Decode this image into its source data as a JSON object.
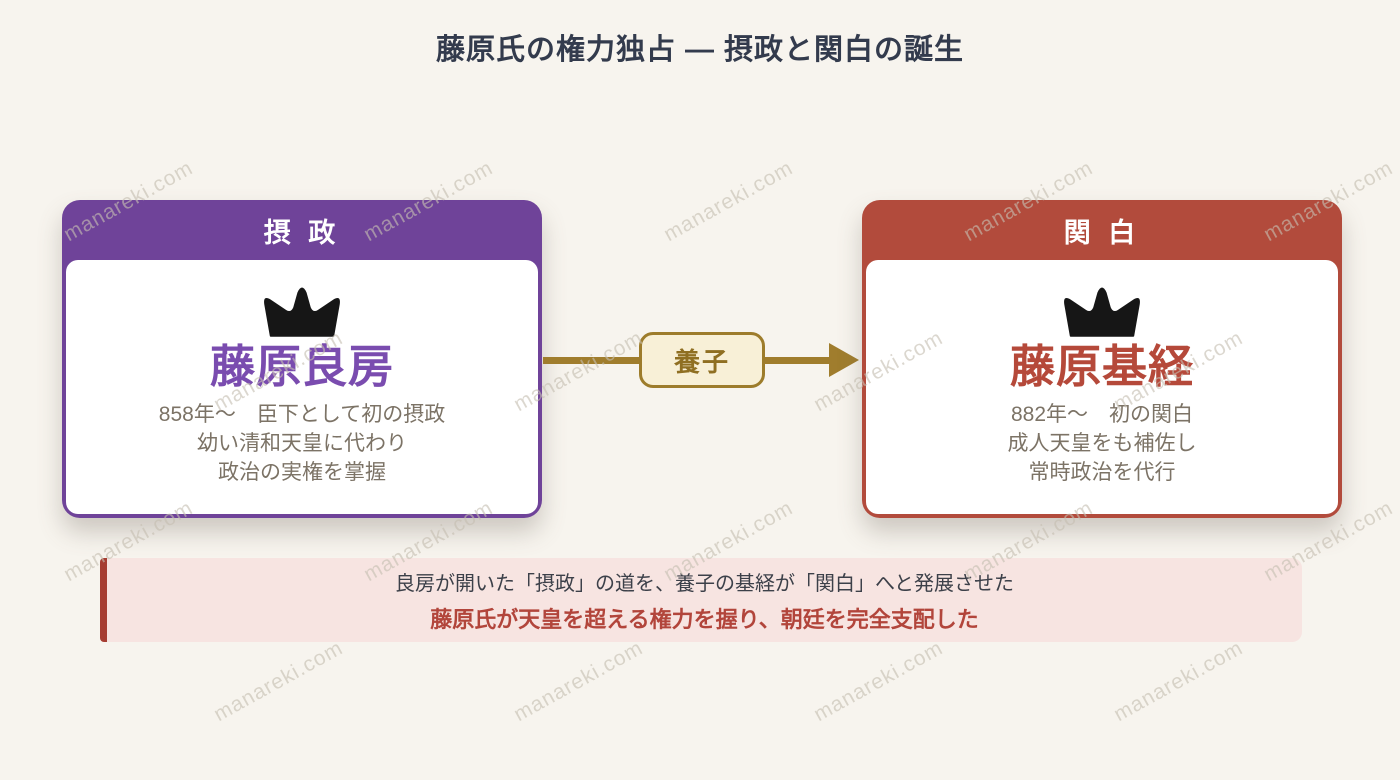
{
  "title": "藤原氏の権力独占 ― 摂政と関白の誕生",
  "watermark_text": "manareki.com",
  "cards": [
    {
      "header": "摂 政",
      "name": "藤原良房",
      "lines": [
        "858年〜　臣下として初の摂政",
        "幼い清和天皇に代わり",
        "政治の実権を掌握"
      ],
      "accent_color": "#6f4399",
      "name_color": "#7a4caf"
    },
    {
      "header": "関 白",
      "name": "藤原基経",
      "lines": [
        "882年〜　初の関白",
        "成人天皇をも補佐し",
        "常時政治を代行"
      ],
      "accent_color": "#b24b3c",
      "name_color": "#b5493a"
    }
  ],
  "connector": {
    "label": "養子",
    "color": "#a07d2d"
  },
  "note": {
    "line1": "良房が開いた「摂政」の道を、養子の基経が「関白」へと発展させた",
    "line2": "藤原氏が天皇を超える権力を握り、朝廷を完全支配した",
    "accent_color": "#a63d32"
  },
  "colors": {
    "background": "#f7f4ee",
    "title": "#333b4d",
    "description_text": "#7c7366",
    "badge_background": "#f8f0d7",
    "note_background": "#f7e4e1",
    "crown": "#161616"
  }
}
